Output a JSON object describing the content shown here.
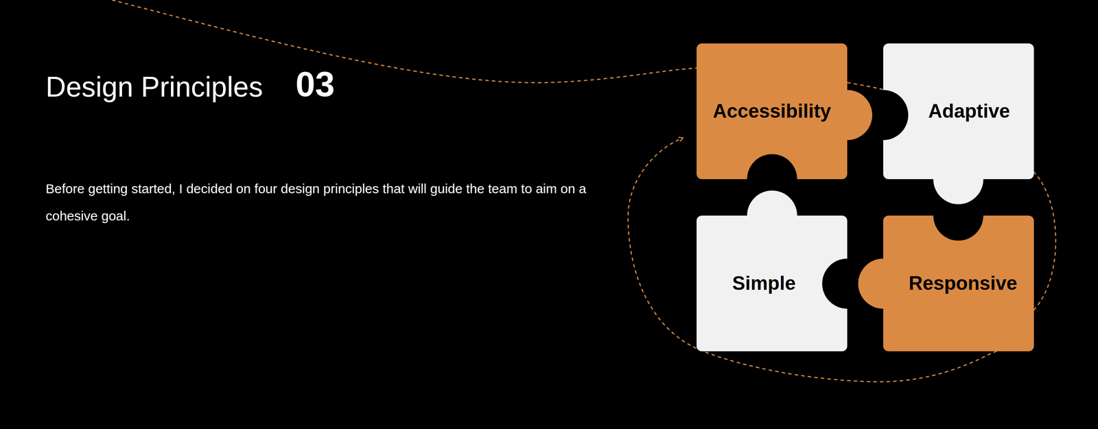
{
  "diagram": {
    "title": "Design Principles",
    "nodes": [
      {
        "text": [
          "Accessibility"
        ]
      },
      {
        "text": [
          "Adaptive"
        ]
      },
      {
        "text": [
          "Simple"
        ]
      },
      {
        "text": [
          "Responsive"
        ]
      }
    ],
    "labels": [
      "03",
      "Before getting started, I decided on four design principles that will guide the team to aim on a cohesive goal."
    ]
  }
}
